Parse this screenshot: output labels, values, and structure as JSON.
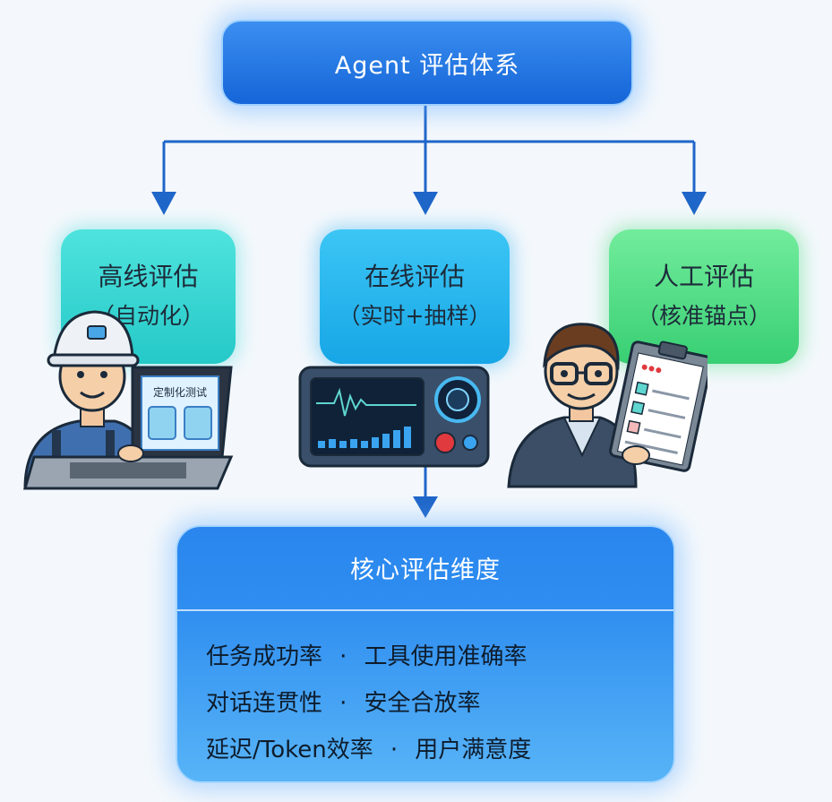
{
  "root": {
    "label": "Agent  评估体系"
  },
  "branches": [
    {
      "title": "高线评估",
      "subtitle": "（自动化）",
      "color": "#2fd3d0"
    },
    {
      "title": "在线评估",
      "subtitle": "（实时+抽样）",
      "color": "#1fb0ec"
    },
    {
      "title": "人工评估",
      "subtitle": "（核准锚点）",
      "color": "#4cd985"
    }
  ],
  "illustrations": {
    "laptop_screen_text": "定制化测试",
    "icons": [
      "worker-with-laptop-icon",
      "monitor-dashboard-icon",
      "reviewer-with-clipboard-icon"
    ]
  },
  "dimensions": {
    "title": "核心评估维度",
    "rows": [
      {
        "left": "任务成功率",
        "sep": "·",
        "right": "工具使用准确率"
      },
      {
        "left": "对话连贯性",
        "sep": "·",
        "right": "安全合放率"
      },
      {
        "left": "延迟/Token效率",
        "sep": "·",
        "right": "用户满意度"
      }
    ]
  },
  "colors": {
    "arrow": "#1f66c9",
    "primary": "#1d74e6"
  }
}
